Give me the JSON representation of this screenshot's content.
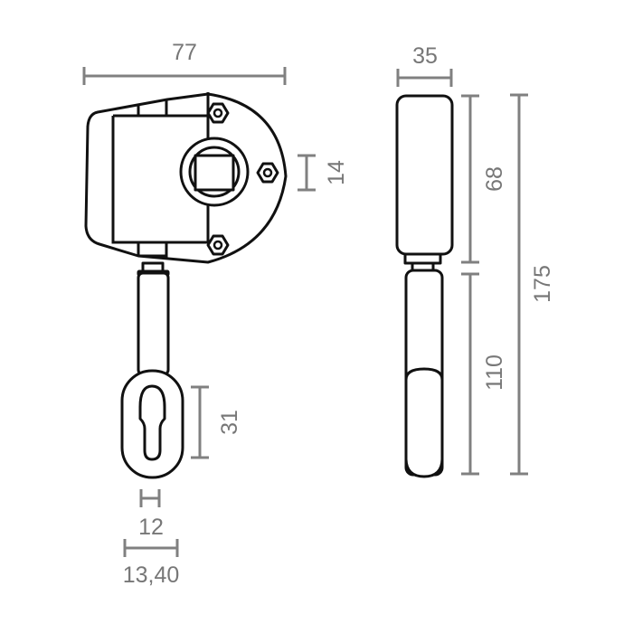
{
  "drawing": {
    "colors": {
      "outline": "#111111",
      "dimension": "#808080",
      "dimension_text": "#777777",
      "background": "#ffffff"
    },
    "front_view": {
      "dimensions": {
        "width": "77",
        "shaft_offset": "14",
        "eye_height": "31",
        "slot_width": "12",
        "eye_width": "13,40"
      }
    },
    "side_view": {
      "dimensions": {
        "width": "35",
        "body_height": "68",
        "handle_length": "110",
        "total_height": "175"
      }
    }
  }
}
